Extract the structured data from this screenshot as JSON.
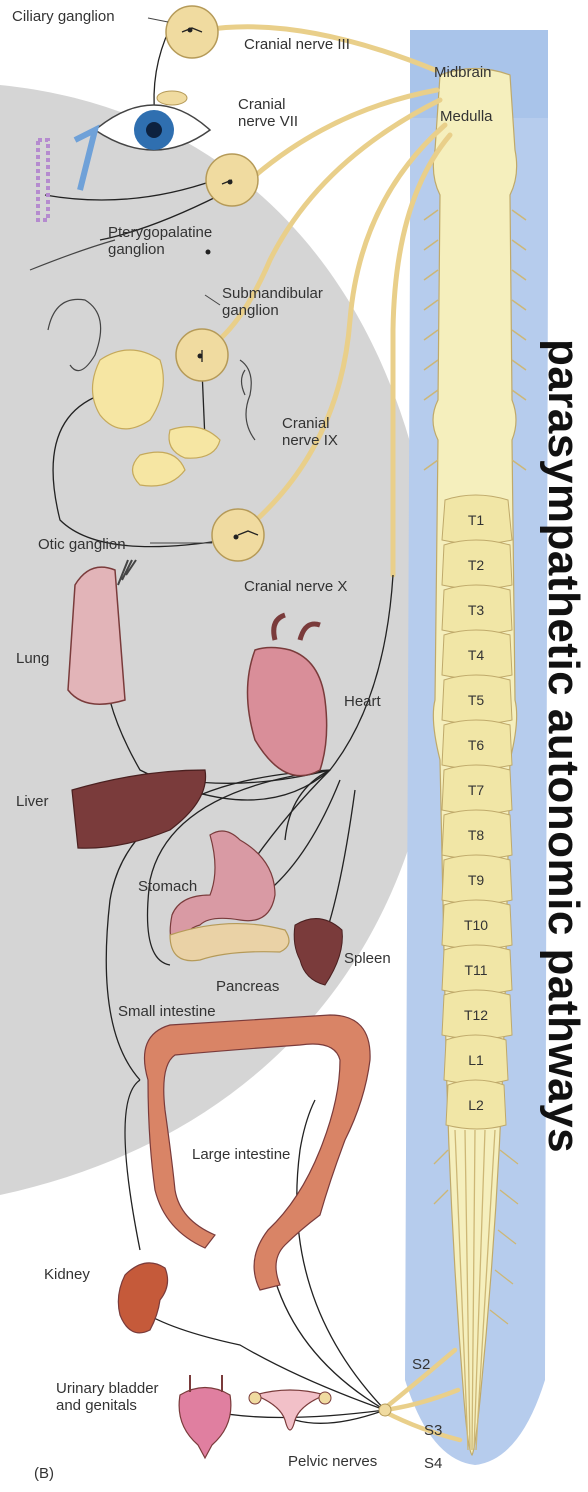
{
  "title": "parasympathetic autonomic pathways",
  "panel_label": "(B)",
  "cns": {
    "midbrain": "Midbrain",
    "medulla": "Medulla",
    "segments": [
      "T1",
      "T2",
      "T3",
      "T4",
      "T5",
      "T6",
      "T7",
      "T8",
      "T9",
      "T10",
      "T11",
      "T12",
      "L1",
      "L2"
    ],
    "sacral": [
      "S2",
      "S3",
      "S4"
    ]
  },
  "ganglia": {
    "ciliary": "Ciliary ganglion",
    "pterygopalatine": "Pterygopalatine ganglion",
    "submandibular": "Submandibular ganglion",
    "otic": "Otic ganglion"
  },
  "nerves": {
    "cn3": "Cranial nerve III",
    "cn7": "Cranial nerve VII",
    "cn9": "Cranial nerve IX",
    "cn10": "Cranial nerve X",
    "pelvic": "Pelvic nerves"
  },
  "organs": {
    "lung": "Lung",
    "heart": "Heart",
    "liver": "Liver",
    "stomach": "Stomach",
    "spleen": "Spleen",
    "pancreas": "Pancreas",
    "small_intestine": "Small intestine",
    "large_intestine": "Large intestine",
    "kidney": "Kidney",
    "bladder": "Urinary bladder and genitals"
  },
  "colors": {
    "nerve": "#e9cf8a",
    "ganglion": "#f0dba0",
    "cord_fill": "#f7f2c4",
    "canal": "#a9c4ea",
    "shadow": "#d4d4d4",
    "organ_pink": "#d99aa4",
    "organ_dark": "#7a3b3b",
    "intestine": "#d98466"
  }
}
